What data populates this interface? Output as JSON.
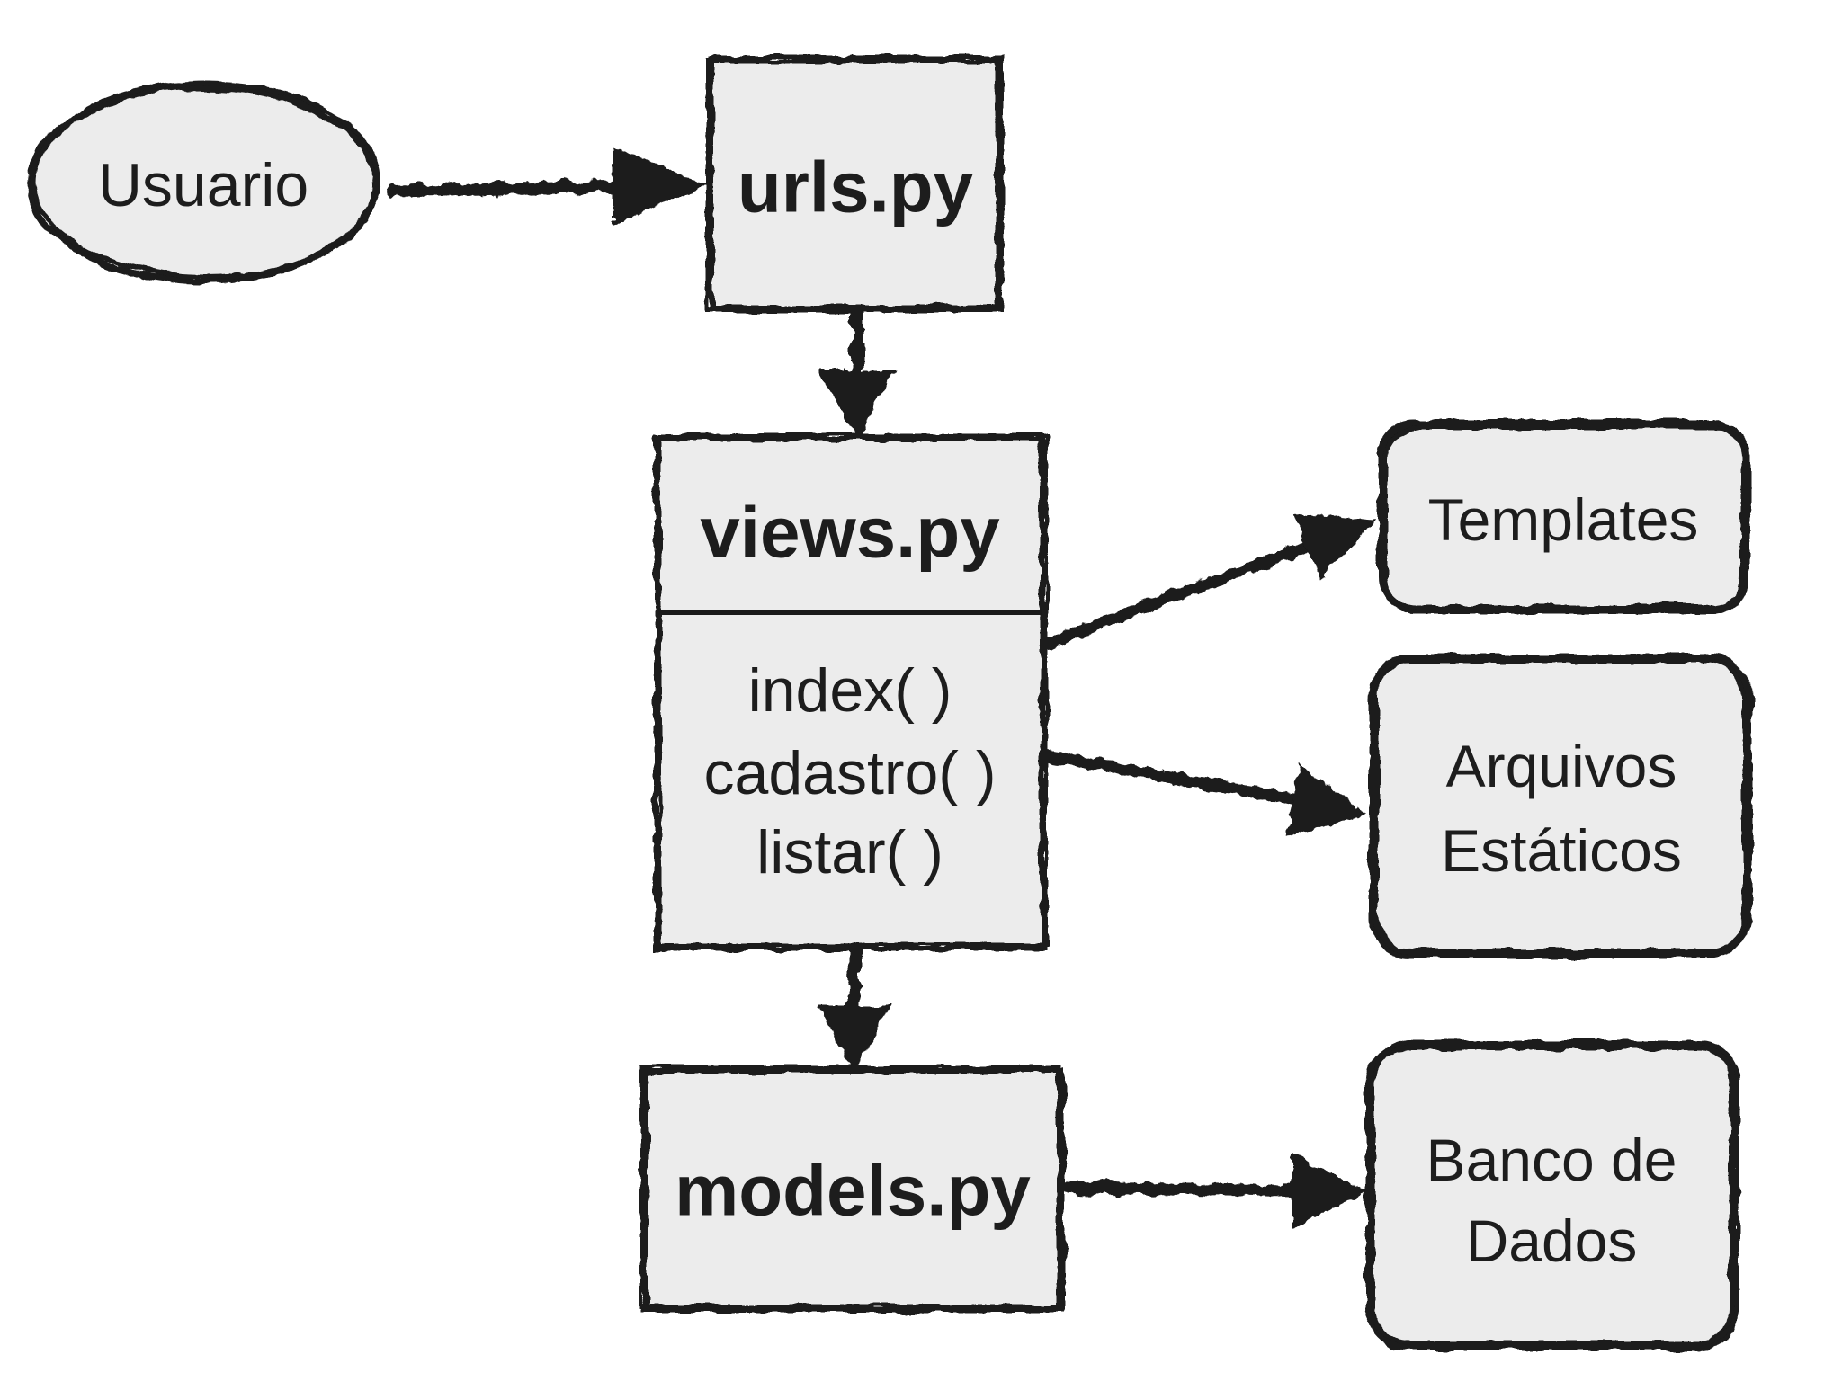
{
  "diagram": {
    "colors": {
      "background": "#ffffff",
      "ink": "#1a1a1a",
      "node_fill": "#ececec"
    },
    "nodes": {
      "usuario": {
        "shape": "ellipse",
        "label": "Usuario"
      },
      "urls": {
        "shape": "rect",
        "label": "urls.py"
      },
      "views": {
        "shape": "rect-divided",
        "title": "views.py",
        "methods": [
          "index( )",
          "cadastro( )",
          "listar( )"
        ]
      },
      "models": {
        "shape": "rect",
        "label": "models.py"
      },
      "templates": {
        "shape": "rounded-rect",
        "label": "Templates"
      },
      "arquivos_estaticos": {
        "shape": "rounded-rect",
        "lines": [
          "Arquivos",
          "Estáticos"
        ]
      },
      "banco_de_dados": {
        "shape": "rounded-rect",
        "lines": [
          "Banco de",
          "Dados"
        ]
      }
    },
    "edges": [
      {
        "from": "usuario",
        "to": "urls"
      },
      {
        "from": "urls",
        "to": "views"
      },
      {
        "from": "views",
        "to": "templates"
      },
      {
        "from": "views",
        "to": "arquivos_estaticos"
      },
      {
        "from": "views",
        "to": "models"
      },
      {
        "from": "models",
        "to": "banco_de_dados"
      }
    ]
  }
}
